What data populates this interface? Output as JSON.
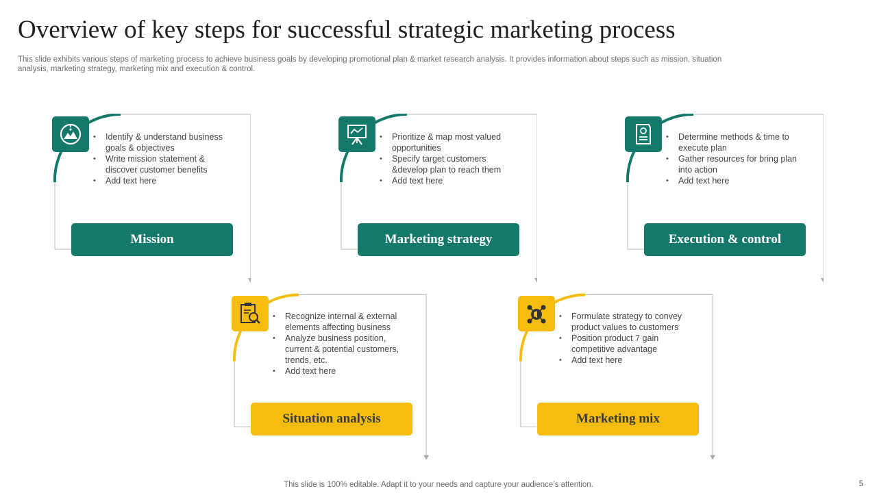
{
  "slide": {
    "title": "Overview of key steps for successful strategic marketing process",
    "subtitle": "This slide exhibits various steps of marketing process to achieve business goals by developing promotional plan & market research analysis. It provides information about steps such as mission, situation analysis, marketing strategy, marketing mix and execution & control.",
    "footer": "This slide is 100% editable. Adapt it to your needs and capture your audience’s attention.",
    "page_number": "5"
  },
  "colors": {
    "green": "#14796b",
    "yellow": "#f5bd0f",
    "frame": "#b9b9b9"
  },
  "steps": [
    {
      "label": "Mission",
      "color": "green",
      "icon": "compass-mountain-icon",
      "bullets": [
        "Identify & understand business goals & objectives",
        "Write mission statement & discover customer benefits",
        "Add text here"
      ]
    },
    {
      "label": "Marketing strategy",
      "color": "green",
      "icon": "presentation-board-icon",
      "bullets": [
        "Prioritize & map most valued opportunities",
        "Specify target customers &develop plan to reach them",
        "Add text here"
      ]
    },
    {
      "label": "Execution & control",
      "color": "green",
      "icon": "document-certificate-icon",
      "bullets": [
        "Determine methods & time to execute plan",
        "Gather resources for bring plan into action",
        "Add text here"
      ]
    },
    {
      "label": "Situation analysis",
      "color": "yellow",
      "icon": "clipboard-search-icon",
      "bullets": [
        "Recognize internal & external elements affecting business",
        "Analyze business position, current & potential customers, trends, etc.",
        "Add text here"
      ]
    },
    {
      "label": "Marketing mix",
      "color": "yellow",
      "icon": "megaphone-network-icon",
      "bullets": [
        "Formulate strategy to convey product values to customers",
        "Position product 7 gain competitive advantage",
        "Add text here"
      ]
    }
  ]
}
